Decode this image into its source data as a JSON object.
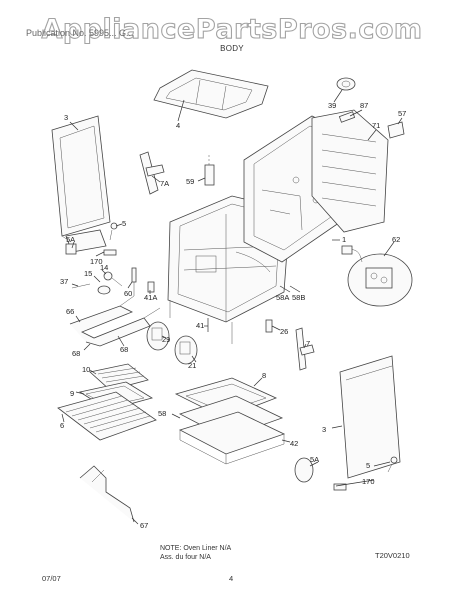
{
  "watermark": "AppliancePartsPros.com",
  "header_partial": "Publication No. 5995... G... ",
  "title": "BODY",
  "note_line1": "NOTE: Oven Liner N/A",
  "note_line2": "Ass. du four N/A",
  "figure_code": "T20V0210",
  "date": "07/07",
  "page_number": "4",
  "callouts": {
    "c3": "3",
    "c4": "4",
    "c39": "39",
    "c87": "87",
    "c57": "57",
    "c71": "71",
    "c59": "59",
    "c7A": "7A",
    "c5": "5",
    "c5A": "5A",
    "c170": "170",
    "c14": "14",
    "c15": "15",
    "c37": "37",
    "c60": "60",
    "c41A": "41A",
    "c1": "1",
    "c62": "62",
    "c58A": "58A",
    "c58B": "58B",
    "c66": "66",
    "c68a": "68",
    "c68b": "68",
    "c29": "29",
    "c41": "41",
    "c26": "26",
    "c7": "7",
    "c21": "21",
    "c10": "10",
    "c9": "9",
    "c6": "6",
    "c8": "8",
    "c58": "58",
    "c42": "42",
    "c3b": "3",
    "c5Ab": "5A",
    "c5b": "5",
    "c170b": "170",
    "c67": "67"
  }
}
